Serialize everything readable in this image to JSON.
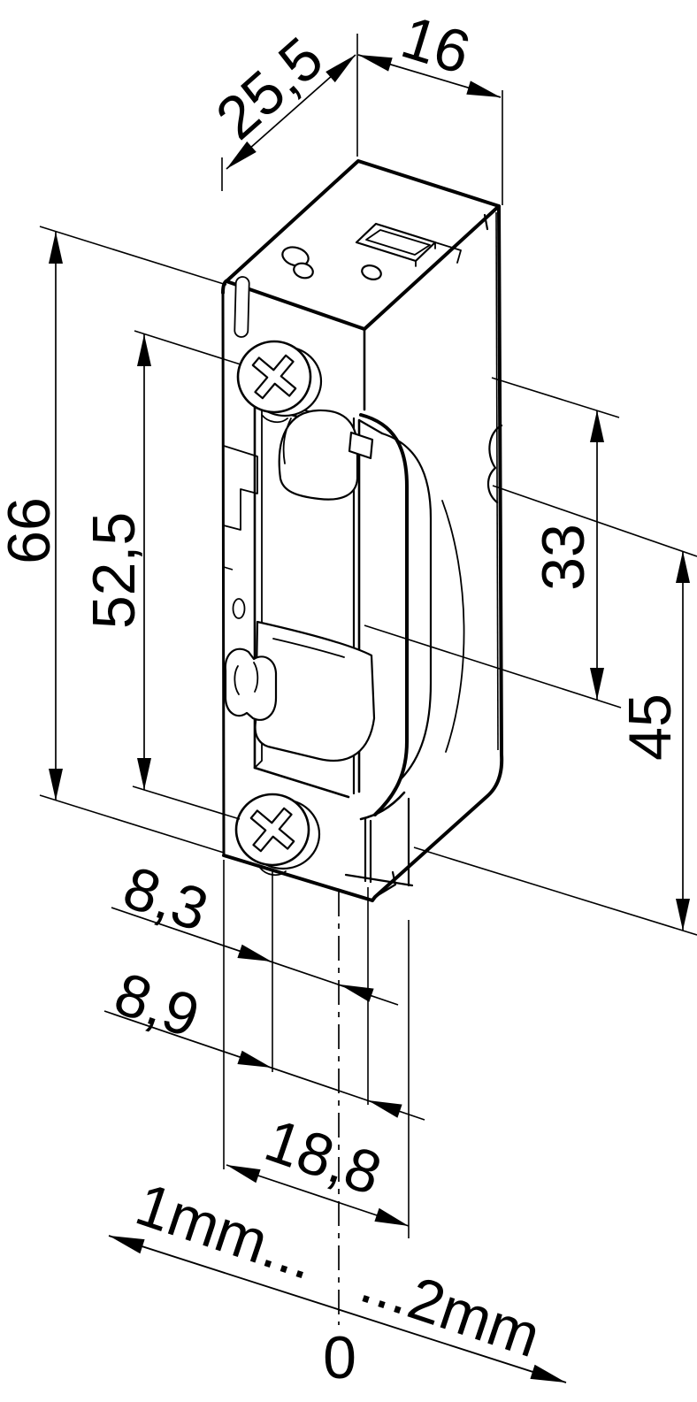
{
  "figure": {
    "background": "#ffffff",
    "line_color": "#000000",
    "subject": "electric-door-strike-dimension-drawing"
  },
  "labels": {
    "depth": "25,5",
    "top_width": "16",
    "total_height": "66",
    "screw_spacing": "52,5",
    "keeper_height": "33",
    "lower_height": "45",
    "offset_small": "8,3",
    "offset_large": "8,9",
    "faceplate_width": "18,8",
    "adjust_left": "1mm...",
    "adjust_right": "...2mm",
    "adjust_zero": "0"
  }
}
